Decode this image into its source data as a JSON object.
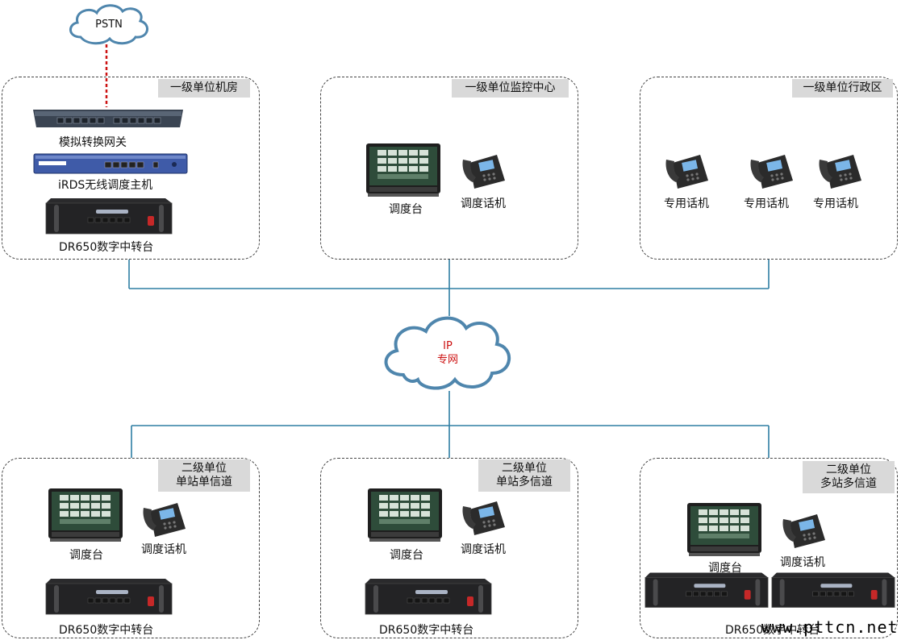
{
  "clouds": {
    "pstn": "PSTN",
    "ip_line1": "IP",
    "ip_line2": "专网"
  },
  "zones": {
    "machine_room": {
      "title": "一级单位机房",
      "gateway": "模拟转换网关",
      "host": "iRDS无线调度主机",
      "repeater": "DR650数字中转台"
    },
    "monitor_center": {
      "title": "一级单位监控中心",
      "console": "调度台",
      "phone": "调度话机"
    },
    "admin_area": {
      "title": "一级单位行政区",
      "phone1": "专用话机",
      "phone2": "专用话机",
      "phone3": "专用话机"
    },
    "single_site_single": {
      "title_line1": "二级单位",
      "title_line2": "单站单信道",
      "console": "调度台",
      "phone": "调度话机",
      "repeater": "DR650数字中转台"
    },
    "single_site_multi": {
      "title_line1": "二级单位",
      "title_line2": "单站多信道",
      "console": "调度台",
      "phone": "调度话机",
      "repeater": "DR650数字中转台"
    },
    "multi_site_multi": {
      "title_line1": "二级单位",
      "title_line2": "多站多信道",
      "console": "调度台",
      "phone": "调度话机",
      "repeater": "DR650数字中转台"
    }
  },
  "watermark": "www.pttcn.net",
  "colors": {
    "link_line": "#2f7fa3",
    "pstn_link": "#cc1111",
    "ip_text": "#cc1111",
    "zone_title_bg": "#d9d9d9"
  }
}
